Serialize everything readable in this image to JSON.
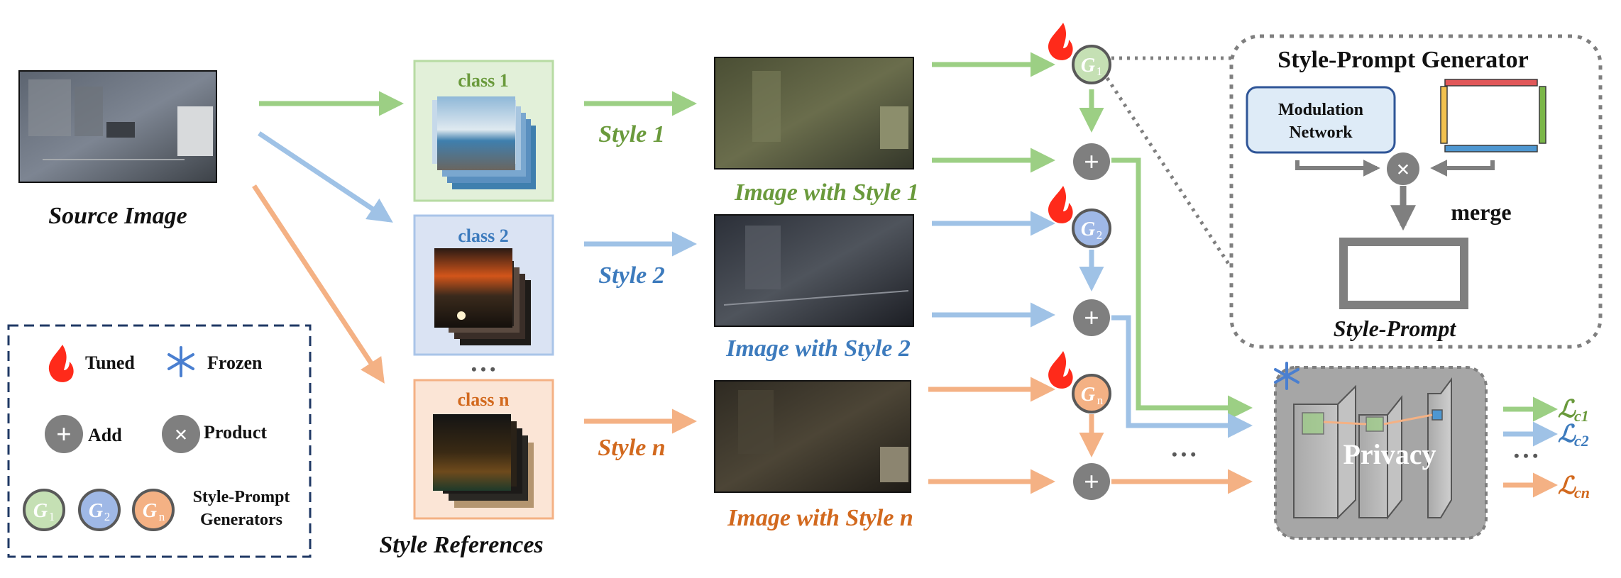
{
  "colors": {
    "green": "#9ccf84",
    "green_text": "#6a9a3c",
    "blue": "#9fc2e6",
    "blue_text": "#3d7bbd",
    "orange": "#f4b184",
    "orange_text": "#d2691e",
    "gray": "#7f7f7f",
    "dark_gray": "#595959",
    "fire": "#ff2a1a",
    "snow": "#4a7fd0"
  },
  "source": {
    "caption": "Source Image"
  },
  "references": {
    "caption": "Style References",
    "classes": [
      {
        "label": "class 1"
      },
      {
        "label": "class 2"
      },
      {
        "label": "class n"
      }
    ],
    "ellipsis": "• • •"
  },
  "styles": [
    {
      "label": "Style 1",
      "output_caption": "Image with Style 1"
    },
    {
      "label": "Style 2",
      "output_caption": "Image with Style 2"
    },
    {
      "label": "Style n",
      "output_caption": "Image with Style n"
    }
  ],
  "generators": [
    {
      "letter": "G",
      "sub": "1"
    },
    {
      "letter": "G",
      "sub": "2"
    },
    {
      "letter": "G",
      "sub": "n"
    }
  ],
  "plus_symbol": "+",
  "times_symbol": "×",
  "ellipsis_dots": "• • •",
  "spg_panel": {
    "title": "Style-Prompt Generator",
    "modulation_network": [
      "Modulation",
      "Network"
    ],
    "merge": "merge",
    "style_prompt": "Style-Prompt"
  },
  "privacy": {
    "label": "Privacy"
  },
  "losses": [
    {
      "letter": "ℒ",
      "sub": "c1"
    },
    {
      "letter": "ℒ",
      "sub": "c2"
    },
    {
      "letter": "ℒ",
      "sub": "cn"
    }
  ],
  "legend": {
    "tuned": "Tuned",
    "frozen": "Frozen",
    "add": "Add",
    "product": "Product",
    "generators_label": [
      "Style-Prompt",
      "Generators"
    ]
  }
}
